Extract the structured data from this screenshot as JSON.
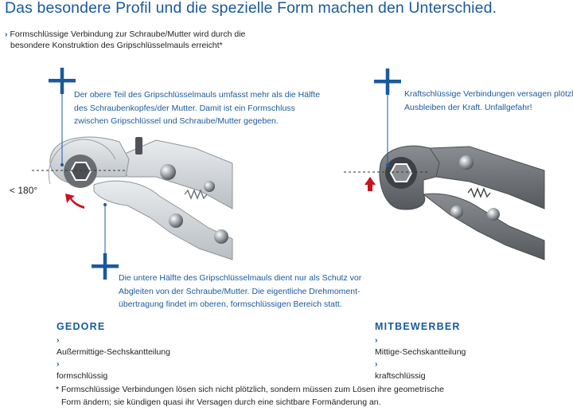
{
  "title": "Das besondere Profil und die spezielle Form machen den Unterschied.",
  "intro": {
    "line1": "Formschlüssige Verbindung zur Schraube/Mutter wird durch die",
    "line2": "besondere Konstruktion des Gripschlüsselmauls erreicht*"
  },
  "callout_top": [
    "Der obere Teil des Gripschlüsselmauls umfasst mehr als die Hälfte",
    "des Schraubenkopfes/der Mutter. Damit ist ein Formschluss",
    "zwischen Gripschlüssel und Schraube/Mutter gegeben."
  ],
  "callout_bottom": [
    "Die untere Hälfte des Gripschlüsselmauls dient nur als Schutz vor",
    "Abgleiten von der Schraube/Mutter. Die eigentliche Drehmoment-",
    "übertragung findet im oberen, formschlüssigen Bereich statt."
  ],
  "callout_right": [
    "Kraftschlüssige Verbindungen versagen plötzlich bei",
    "Ausbleiben der Kraft. Unfallgefahr!"
  ],
  "angle_label": "< 180°",
  "gedore": {
    "name": "GEDORE",
    "features": [
      "Außermittige-Sechskantteilung",
      "formschlüssig"
    ]
  },
  "competitor": {
    "name": "MITBEWERBER",
    "features": [
      "Mittige-Sechskantteilung",
      "kraftschlüssig"
    ]
  },
  "footnote": [
    "* Formschlüssige Verbindungen lösen sich nicht plötzlich, sondern müssen zum Lösen ihre geometrische",
    "Form ändern; sie kündigen quasi ihr Versagen durch eine sichtbare Formänderung an."
  ],
  "colors": {
    "accent_blue": "#1a5a9c",
    "arrow_red": "#c8141e",
    "tool_light": "#cfd3d7",
    "tool_dark": "#686c70"
  },
  "icons": [
    "plus-icon",
    "chevron-right-icon",
    "red-rotation-arrow-icon",
    "hex-nut-icon"
  ]
}
